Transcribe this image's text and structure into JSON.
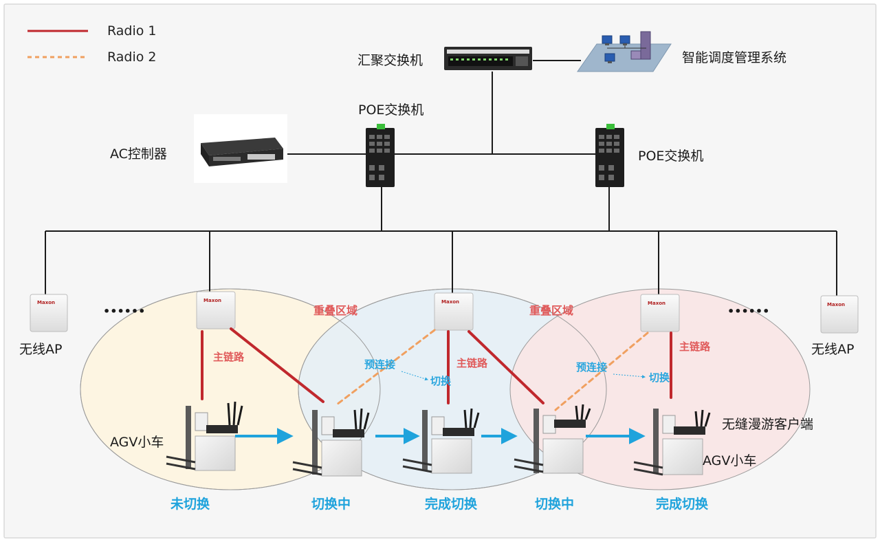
{
  "legend": {
    "radio1": "Radio 1",
    "radio2": "Radio 2",
    "radio1_color": "#c0282d",
    "radio2_color": "#f0a060"
  },
  "devices": {
    "aggregation_switch": "汇聚交换机",
    "management_system": "智能调度管理系统",
    "poe_switch_left": "POE交换机",
    "poe_switch_right": "POE交换机",
    "ac_controller": "AC控制器",
    "ap_label_left": "无线AP",
    "ap_label_right": "无线AP",
    "ap_brand": "Maxon"
  },
  "ellipsis_left": "••••••",
  "ellipsis_right": "••••••",
  "zones": {
    "overlap_1": "重叠区域",
    "overlap_2": "重叠区域",
    "zone_colors": [
      "#fdf5e2",
      "#e6f0f6",
      "#f9e6e6"
    ]
  },
  "links": {
    "main_1": "主链路",
    "main_2": "主链路",
    "main_3": "主链路",
    "preconnect_1": "预连接",
    "preconnect_2": "预连接",
    "switch_1": "切换",
    "switch_2": "切换"
  },
  "vehicles": {
    "agv_left": "AGV小车",
    "agv_right": "AGV小车",
    "roaming_client": "无缝漫游客户端"
  },
  "states": [
    "未切换",
    "切换中",
    "完成切换",
    "切换中",
    "完成切换"
  ],
  "colors": {
    "accent_blue": "#1fa3dc",
    "overlap_red": "#e05a5a",
    "preconnect_blue": "#2aa6de"
  }
}
